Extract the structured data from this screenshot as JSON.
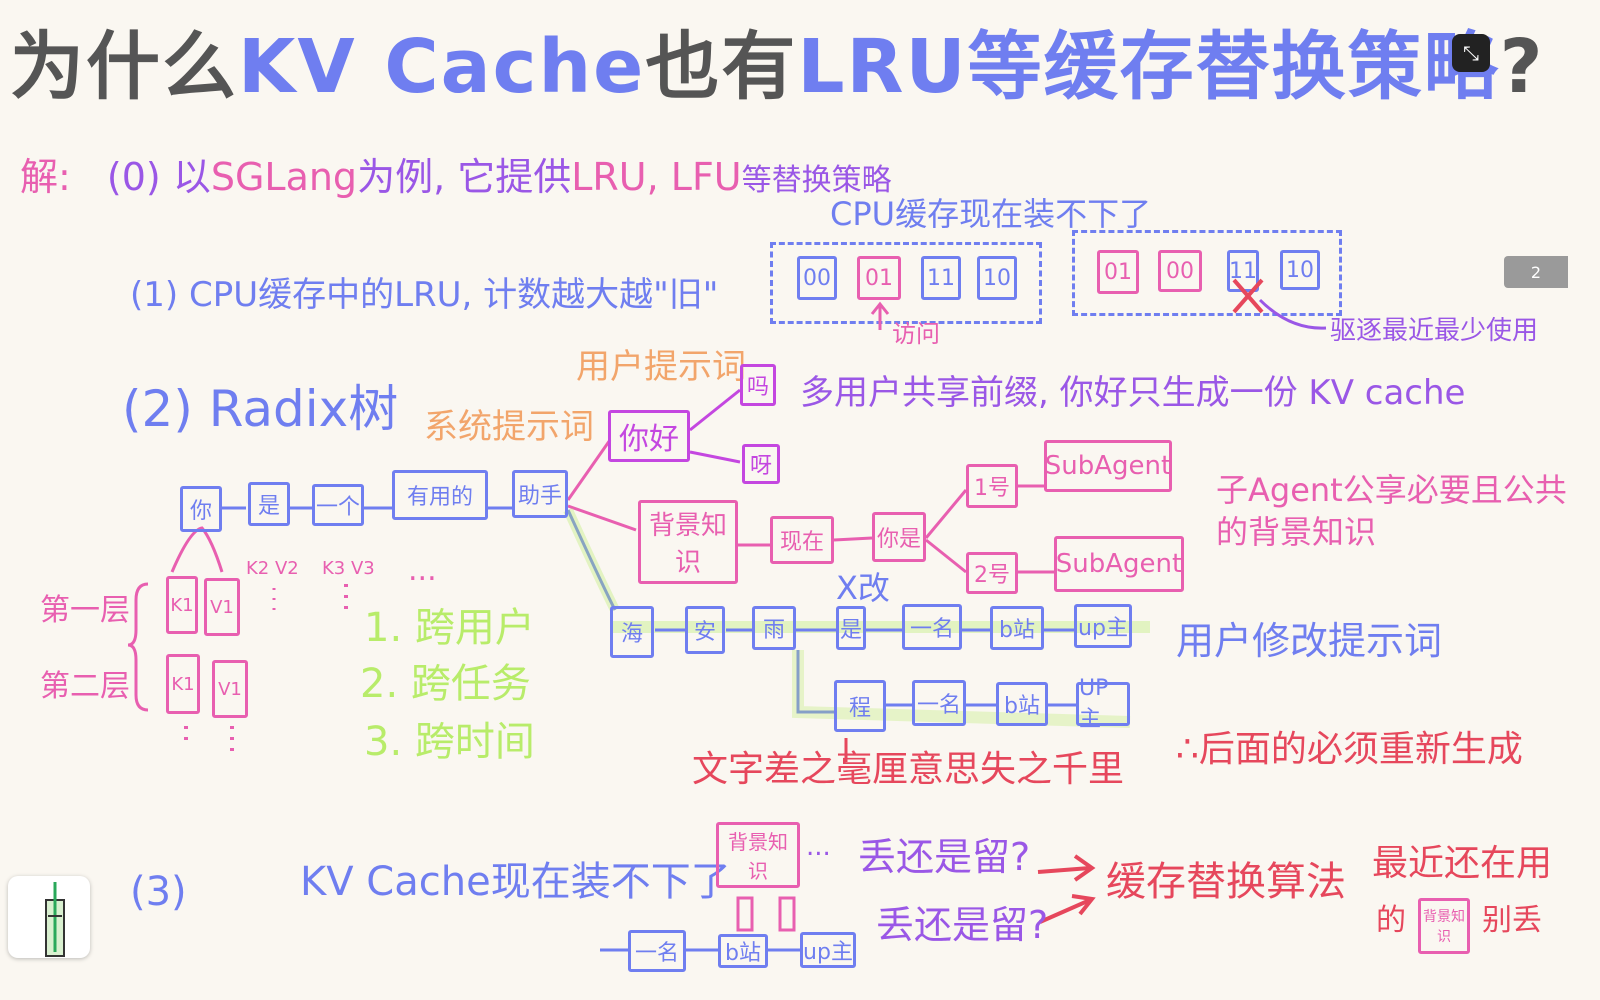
{
  "title": {
    "part1": "为什么",
    "part2": "KV Cache",
    "part3": "也有",
    "part4": "LRU",
    "part5": "等缓存替换策略",
    "part6": "?"
  },
  "page_badge": "2",
  "section0": {
    "prefix": "解:",
    "text1": "(0) 以",
    "text2": "SGLang",
    "text3": "为例, 它提供",
    "text4": "LRU, LFU",
    "text5": "等替换策略"
  },
  "section1": {
    "label": "(1) CPU缓存中的LRU, 计数越大越\"旧\"",
    "heading": "CPU缓存现在装不下了",
    "boxes_a": [
      "00",
      "01",
      "11",
      "10"
    ],
    "boxes_b": [
      "01",
      "00",
      "11",
      "10"
    ],
    "access": "访问",
    "evict": "驱逐最近最少使用"
  },
  "section2": {
    "label": "(2) Radix树",
    "system_prompt": "系统提示词",
    "user_prompt": "用户提示词",
    "shared_prefix": "多用户共享前缀, 你好只生成一份 KV cache",
    "subagent_note": "子Agent公享必要且公共的背景知识",
    "user_modify": "用户修改提示词",
    "chain": [
      "你",
      "是",
      "一个",
      "有用的",
      "助手"
    ],
    "hello": "你好",
    "hello_children": [
      "吗",
      "呀"
    ],
    "background": "背景知识",
    "bg_chain": [
      "现在",
      "你是"
    ],
    "agents": [
      "1号",
      "2号"
    ],
    "subagent": "SubAgent",
    "row1": [
      "海",
      "安",
      "雨",
      "是",
      "一名",
      "b站",
      "up主"
    ],
    "row2": [
      "程",
      "一名",
      "b站",
      "UP主"
    ],
    "change_mark": "X改",
    "layer1": "第一层",
    "layer2": "第二层",
    "kv": [
      "K1",
      "V1",
      "K1",
      "V1"
    ],
    "k2v2": "K2 V2",
    "k3v3": "K3 V3",
    "ellipsis": "...",
    "cross": [
      "1. 跨用户",
      "2. 跨任务",
      "3. 跨时间"
    ],
    "diff": "文字差之毫厘意思失之千里",
    "regen": "∴后面的必须重新生成"
  },
  "section3": {
    "label": "(3)",
    "text": "KV Cache现在装不下了",
    "q1": "丢还是留?",
    "q2": "丢还是留?",
    "bg": "背景知识",
    "chain": [
      "一名",
      "b站",
      "up主"
    ],
    "algo": "缓存替换算法",
    "recent": "最近还在用",
    "recent2": "的",
    "recent3": "别丢",
    "dots": "..."
  },
  "colors": {
    "blue": "#6f7ef0",
    "pink": "#e85fb0",
    "red": "#e6475c",
    "green": "#b8ec6a",
    "orange": "#f2a56b"
  }
}
